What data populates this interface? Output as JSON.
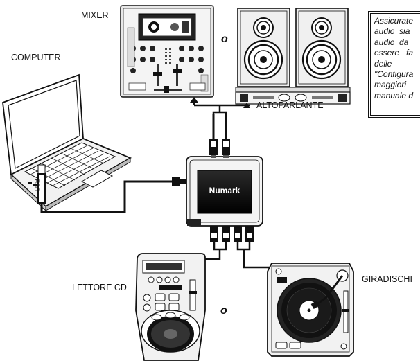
{
  "labels": {
    "mixer": "MIXER",
    "computer": "COMPUTER",
    "altoparlante": "ALTOPARLANTE",
    "lettore_cd": "LETTORE CD",
    "giradischi": "GIRADISCHI",
    "usb": "USB",
    "or_top": "o",
    "or_bottom": "o"
  },
  "brand": "Numark",
  "note": {
    "lines": [
      "Assicurate",
      "audio  sia",
      "audio  da",
      "essere   fa",
      "delle",
      "\"Configura",
      "maggiori",
      "manuale d"
    ]
  },
  "icons": [
    "laptop-icon",
    "mixer-icon",
    "speaker-icon",
    "amplifier-icon",
    "audio-interface-icon",
    "cd-player-icon",
    "turntable-icon",
    "usb-plug-icon",
    "rca-plug-icon"
  ]
}
